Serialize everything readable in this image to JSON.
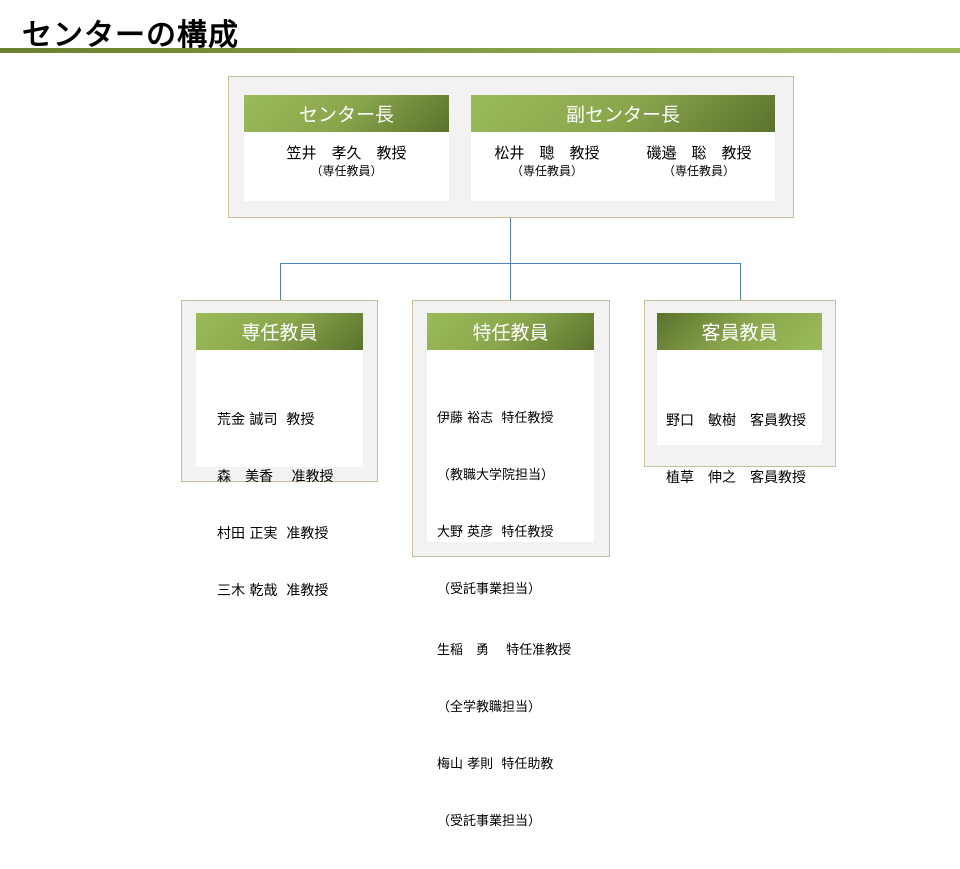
{
  "title": "センターの構成",
  "director": {
    "header": "センター長",
    "people": [
      {
        "name": "笠井　孝久　教授",
        "note": "（専任教員）"
      }
    ]
  },
  "vice_director": {
    "header": "副センター長",
    "people": [
      {
        "name": "松井　聰　教授",
        "note": "（専任教員）"
      },
      {
        "name": "磯邉　聡　教授",
        "note": "（専任教員）"
      }
    ]
  },
  "fulltime": {
    "header": "専任教員",
    "rows": [
      "荒金 誠司  教授",
      "森　美香　 准教授",
      "村田 正実  准教授",
      "三木 乾哉  准教授"
    ]
  },
  "special": {
    "header": "特任教員",
    "rows": [
      "伊藤 裕志  特任教授",
      "（教職大学院担当）",
      "大野 英彦  特任教授",
      "（受託事業担当）",
      "生稲　勇　 特任准教授",
      "（全学教職担当）",
      "梅山 孝則  特任助教",
      "（受託事業担当）"
    ]
  },
  "visiting": {
    "header": "客員教員",
    "rows": [
      "野口　敏樹　客員教授",
      "植草　伸之　客員教授"
    ]
  },
  "colors": {
    "accent": "#9bbb59",
    "connector": "#4f81bd",
    "border": "#c8bf96"
  }
}
